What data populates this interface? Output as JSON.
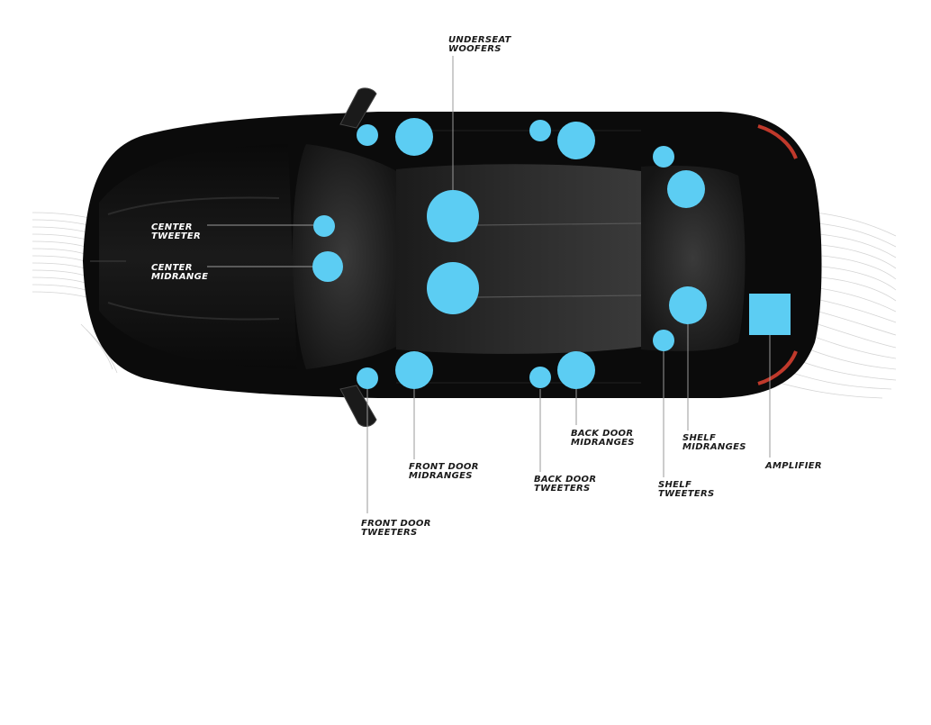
{
  "colors": {
    "speaker": "#5ccdf3",
    "car_body": "#0b0b0b",
    "label": "#1a1a1a",
    "label_on_car": "#ffffff",
    "leader_line": "#9a9a9a"
  },
  "labels": {
    "underseat_woofers": [
      "UNDERSEAT",
      "WOOFERS"
    ],
    "center_tweeter": [
      "CENTER",
      "TWEETER"
    ],
    "center_midrange": [
      "CENTER",
      "MIDRANGE"
    ],
    "front_door_midranges": [
      "FRONT DOOR",
      "MIDRANGES"
    ],
    "front_door_tweeters": [
      "FRONT DOOR",
      "TWEETERS"
    ],
    "back_door_midranges": [
      "BACK DOOR",
      "MIDRANGES"
    ],
    "back_door_tweeters": [
      "BACK DOOR",
      "TWEETERS"
    ],
    "shelf_midranges": [
      "SHELF",
      "MIDRANGES"
    ],
    "shelf_tweeters": [
      "SHELF",
      "TWEETERS"
    ],
    "amplifier": [
      "AMPLIFIER"
    ]
  }
}
